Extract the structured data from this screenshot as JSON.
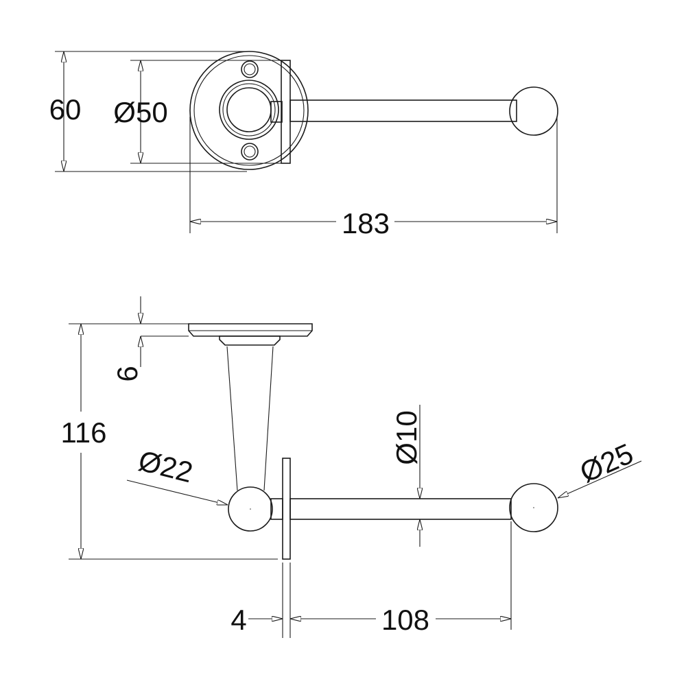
{
  "top_view": {
    "dim_height": "60",
    "dim_flange_diameter": "Ø50",
    "dim_length": "183"
  },
  "side_view": {
    "dim_height": "116",
    "dim_plate_thickness": "6",
    "dim_knob_diameter": "Ø22",
    "dim_bar_diameter": "Ø10",
    "dim_ball_diameter": "Ø25",
    "dim_backplate": "4",
    "dim_bar_length": "108"
  },
  "colors": {
    "line": "#1a1a1a",
    "background": "#ffffff"
  }
}
